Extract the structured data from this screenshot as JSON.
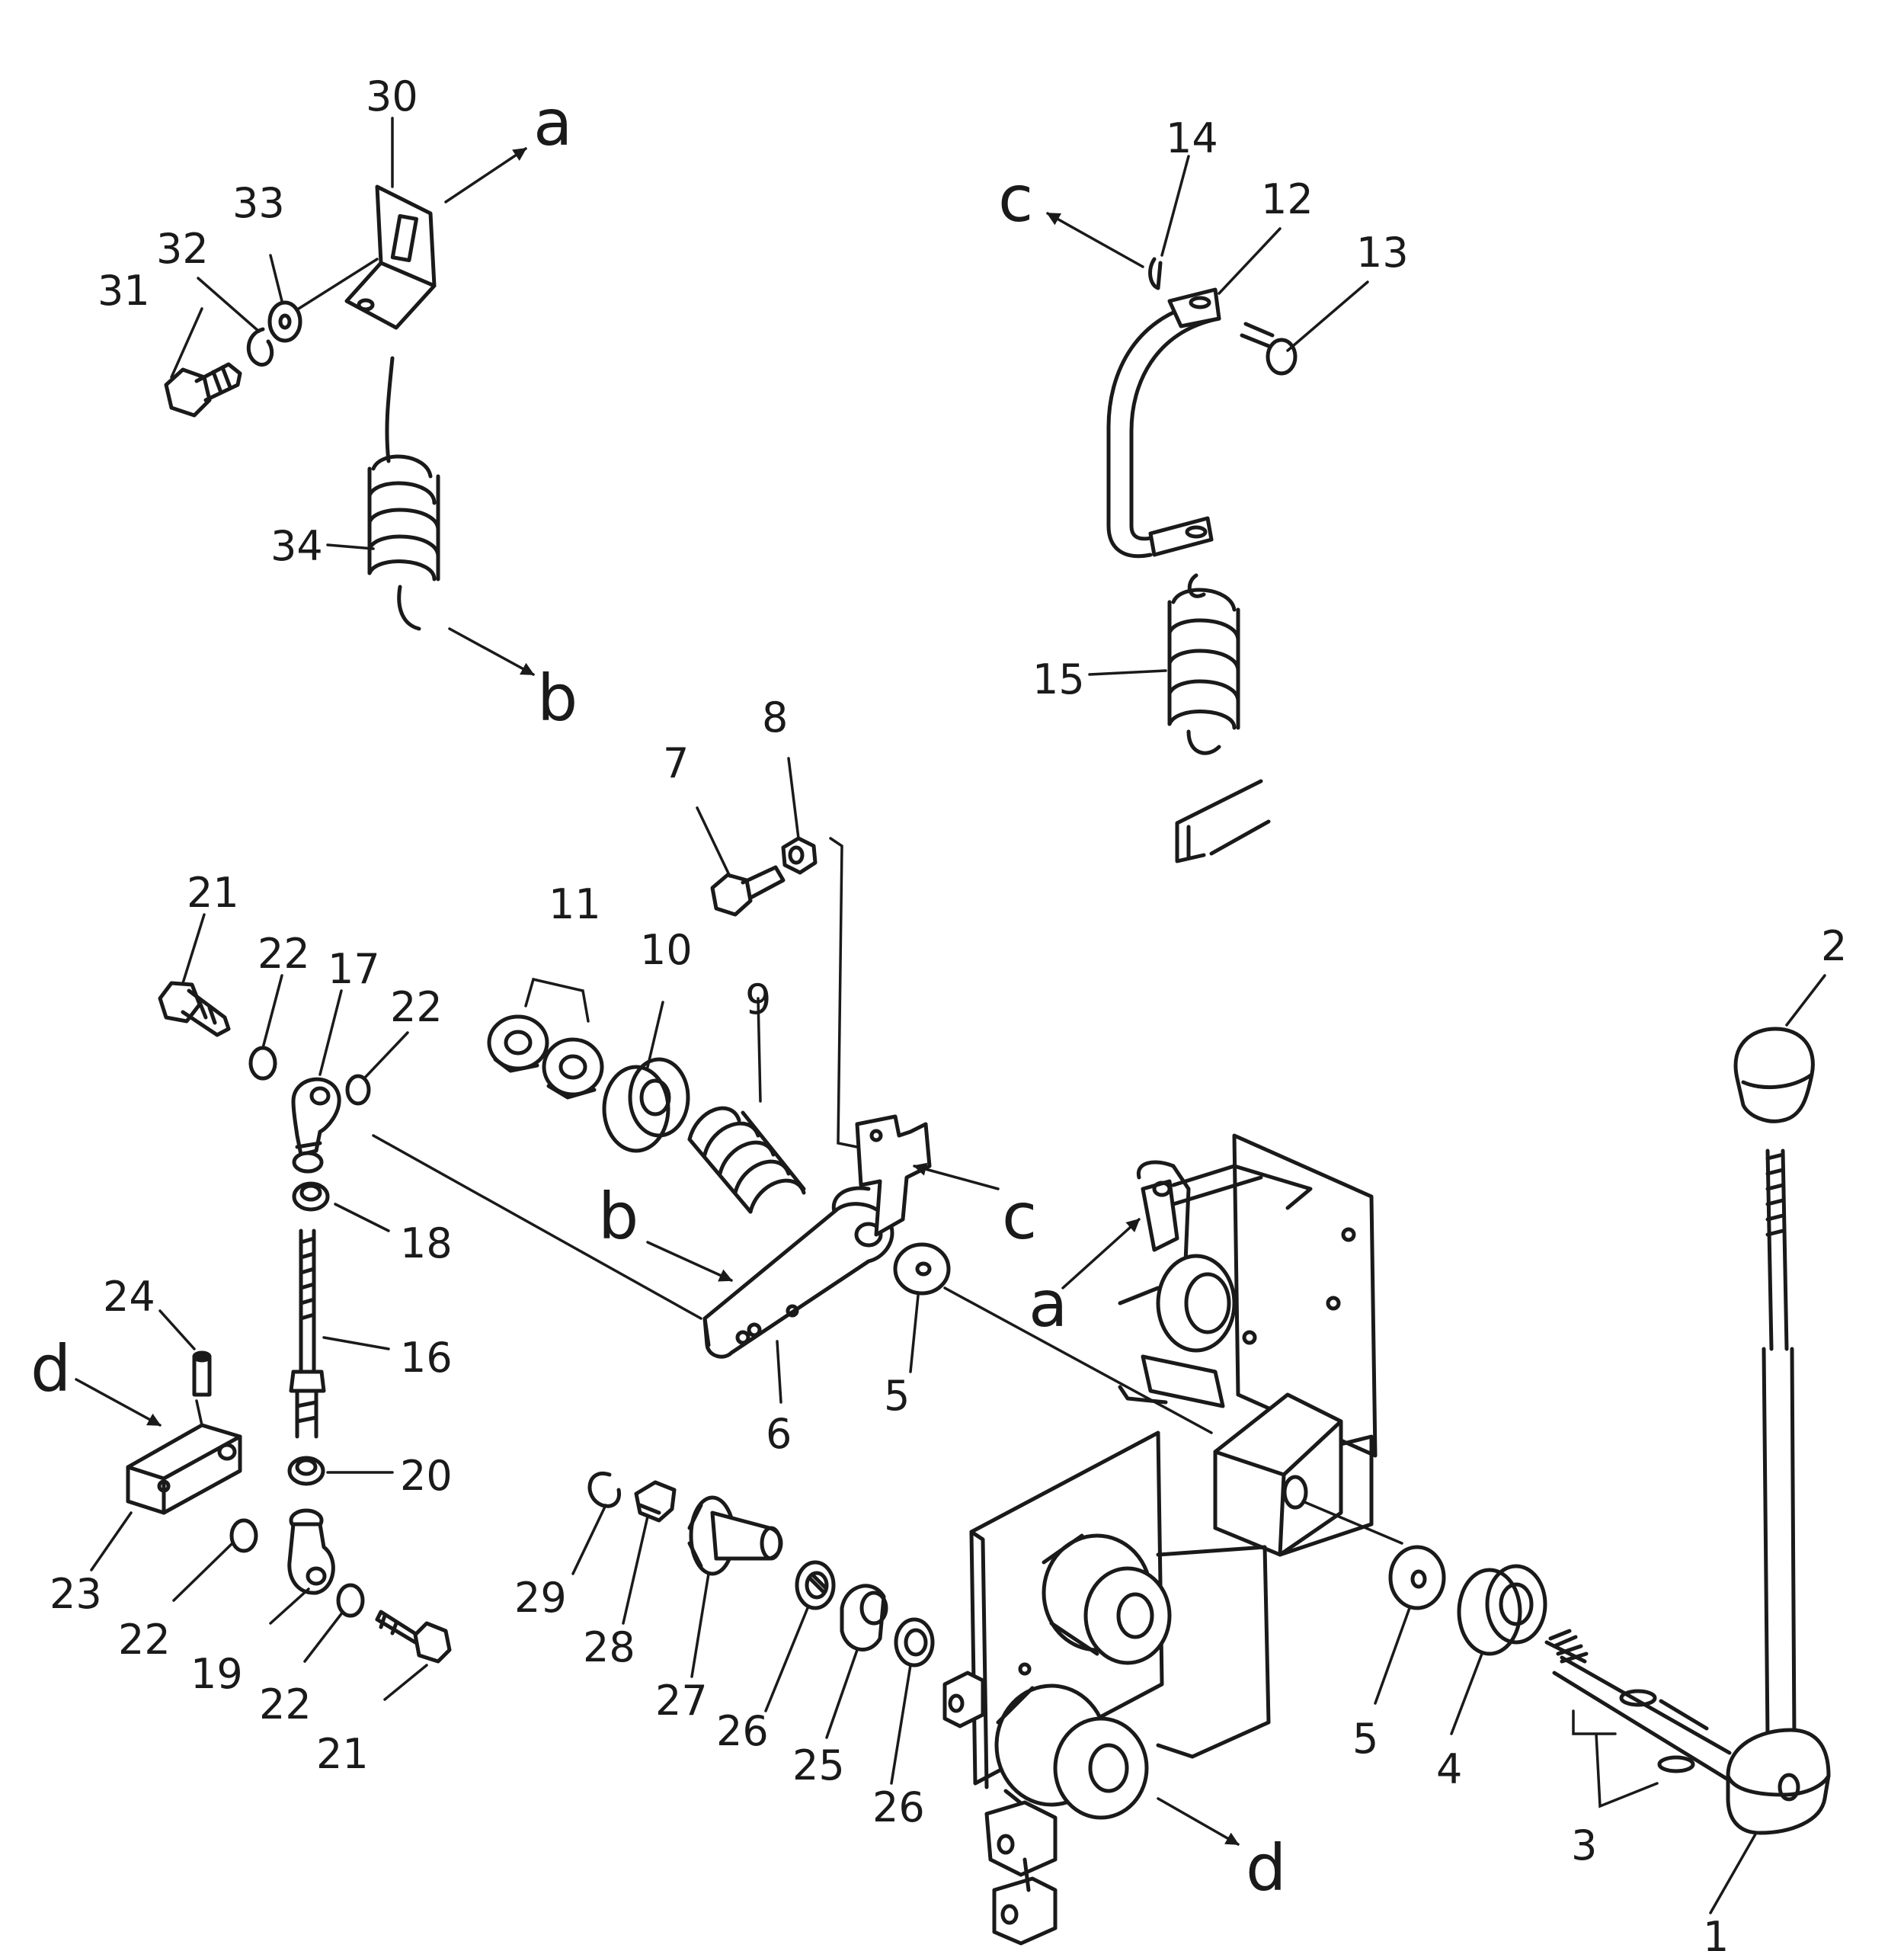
{
  "callouts": {
    "c1": "1",
    "c2": "2",
    "c3": "3",
    "c4": "4",
    "c5a": "5",
    "c5b": "5",
    "c6": "6",
    "c7": "7",
    "c8": "8",
    "c9": "9",
    "c10": "10",
    "c11": "11",
    "c12": "12",
    "c13": "13",
    "c14": "14",
    "c15": "15",
    "c16": "16",
    "c17": "17",
    "c18": "18",
    "c19": "19",
    "c20": "20",
    "c21a": "21",
    "c21b": "21",
    "c22a": "22",
    "c22b": "22",
    "c22c": "22",
    "c22d": "22",
    "c23": "23",
    "c24": "24",
    "c25": "25",
    "c26a": "26",
    "c26b": "26",
    "c27": "27",
    "c28": "28",
    "c29": "29",
    "c30": "30",
    "c31": "31",
    "c32": "32",
    "c33": "33",
    "c34": "34"
  },
  "references": {
    "a_top": "a",
    "a_bottom": "a",
    "b_top": "b",
    "b_bottom": "b",
    "c_top": "c",
    "c_bottom": "c",
    "d_left": "d",
    "d_bottom": "d"
  }
}
